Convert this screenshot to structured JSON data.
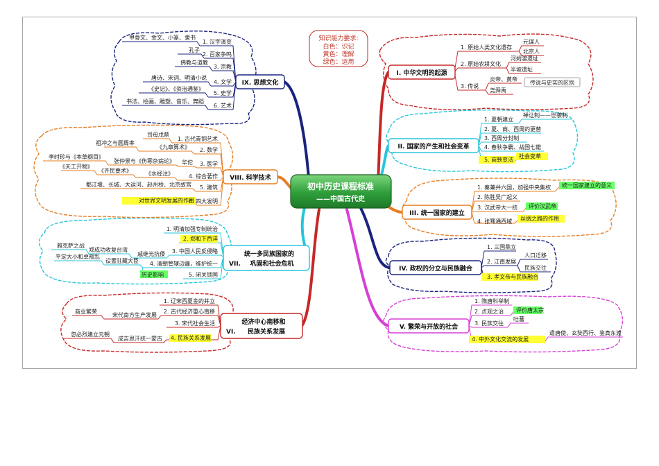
{
  "legend": {
    "title": "知识能力要求:",
    "white": "白色：识记",
    "yellow": "黄色：理解",
    "green": "绿色：运用"
  },
  "center": {
    "title": "初中历史课程标准",
    "subtitle": "——中国古代史"
  },
  "colors": {
    "red": "#c62828",
    "cyan": "#26c6da",
    "orange": "#e67e22",
    "navy": "#1a237e",
    "magenta": "#d63fd6",
    "highlight_yellow": "#ffff33",
    "highlight_green": "#66ff66",
    "center_green": "#43a047"
  },
  "b1": {
    "title": "I. 中华文明的起源",
    "s1": "1. 原始人类文化遗存",
    "s1a": "元谋人",
    "s1b": "北京人",
    "s2": "2. 原始农耕文化",
    "s2a": "河姆渡遗址",
    "s2b": "半坡遗址",
    "s3": "3. 传说",
    "s3a": "炎帝、黄帝",
    "s3b": "尧舜禹",
    "s3c": "传说与史实的区别"
  },
  "b2": {
    "title": "II. 国家的产生和社会变革",
    "s1": "1. 夏朝建立",
    "s1a": "禅让制——世袭制",
    "s2": "2. 夏、商、西周的更替",
    "s3": "3. 西周分封制",
    "s4": "4. 春秋争霸、战国七雄",
    "s5": "5. 商鞅变法",
    "s5a": "社会变革"
  },
  "b3": {
    "title": "III. 统一国家的建立",
    "s1": "1. 秦兼并六国，加强中央集权",
    "s1a": "统一国家建立的意义",
    "s2": "2. 陈胜吴广起义",
    "s3": "3. 汉武帝大一统",
    "s3a": "评价汉武帝",
    "s4": "4. 张骞通西域",
    "s4a": "丝绸之路的作用"
  },
  "b4": {
    "title": "IV. 政权的分立与民族融合",
    "s1": "1. 三国鼎立",
    "s2": "2. 江南发展",
    "s2a": "人口迁移",
    "s2b": "民族交往",
    "s3": "3. 孝文帝与民族融合"
  },
  "b5": {
    "title": "V. 繁荣与开放的社会",
    "s1": "1. 隋唐科举制",
    "s2": "2. 贞观之治",
    "s2a": "评价唐太宗",
    "s3": "3. 民族交往",
    "s3a": "吐蕃",
    "s4": "4. 中外文化交流的发展",
    "s4a": "遣唐使、玄奘西行、鉴真东渡"
  },
  "b6": {
    "title1": "经济中心南移和",
    "title2": "民族关系发展",
    "num": "VI.",
    "s1": "1. 辽宋西夏金的并立",
    "s2": "2. 古代经济重心南移",
    "s3": "3. 宋代社会生活",
    "s4": "4. 民族关系发展",
    "s2a": "宋代南方生产发展",
    "s2b": "商业繁荣",
    "s4a": "成吉思汗统一蒙古",
    "s4b": "忽必烈建立元朝"
  },
  "b7": {
    "title1": "统一多民族国家的",
    "title2": "巩固和社会危机",
    "num": "VII.",
    "s1": "1. 明清加强专制统治",
    "s2": "2. 郑和下西洋",
    "s3": "3. 中国人民反侵略",
    "s4": "4. 清朝管辖边疆，维护统一",
    "s5": "5. 闭关锁国",
    "s3a": "戚继光抗倭",
    "s3b": "郑成功收复台湾",
    "s3c": "雅克萨之战",
    "s4a": "设置驻藏大臣",
    "s4b": "平定大小和卓叛乱",
    "s4c": "历史影响"
  },
  "b8": {
    "title": "VIII. 科学技术",
    "s1": "1. 古代青铜艺术",
    "s1a": "司母戊鼎",
    "s2": "2. 数学",
    "s2a": "《九章算术》",
    "s2b": "祖冲之与圆周率",
    "s3": "3. 医学",
    "s3a": "华佗",
    "s3b": "张仲景与《伤寒杂病论》",
    "s3c": "李时珍与《本草纲目》",
    "s4": "4. 综合著作",
    "s4a": "《水经注》",
    "s4b": "《齐民要术》",
    "s4c": "《天工开物》",
    "s5": "5. 建筑",
    "s5a": "都江堰、长城、大运河、赵州桥、北京故宫",
    "s6": "6. 四大发明",
    "s6a": "对世界文明发展的作用"
  },
  "b9": {
    "title": "IX. 思想文化",
    "s1": "1. 汉字演变",
    "s1a": "甲骨文、金文、小篆、隶书",
    "s2": "2. 百家争鸣",
    "s2a": "孔子",
    "s3": "3. 宗教",
    "s3a": "佛教与道教",
    "s4": "4. 文学",
    "s4a": "唐诗、宋词、明清小说",
    "s5": "5. 史学",
    "s5a": "《史记》、《资治通鉴》",
    "s6": "6. 艺术",
    "s6a": "书法、绘画、雕塑、音乐、舞蹈"
  }
}
